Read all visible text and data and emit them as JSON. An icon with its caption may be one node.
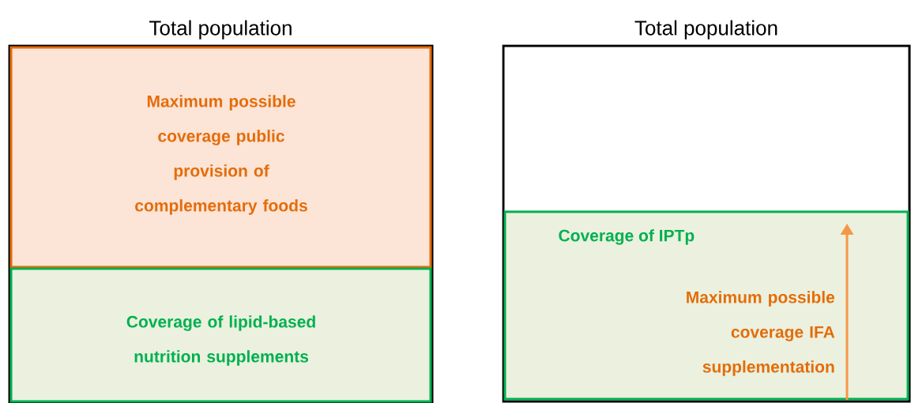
{
  "diagram": {
    "nodes": [
      {
        "text": [
          "Total population"
        ]
      },
      {
        "text": [
          "Maximum possible coverage public provision of complementary foods"
        ],
        "in": 0
      },
      {
        "text": [
          "Coverage of lipid-based nutrition supplements"
        ],
        "in": 0
      },
      {
        "text": [
          "Total population"
        ]
      },
      {
        "text": [
          "Coverage of IPTp",
          "Maximum possible coverage IFA supplementation"
        ],
        "in": 3
      }
    ]
  }
}
